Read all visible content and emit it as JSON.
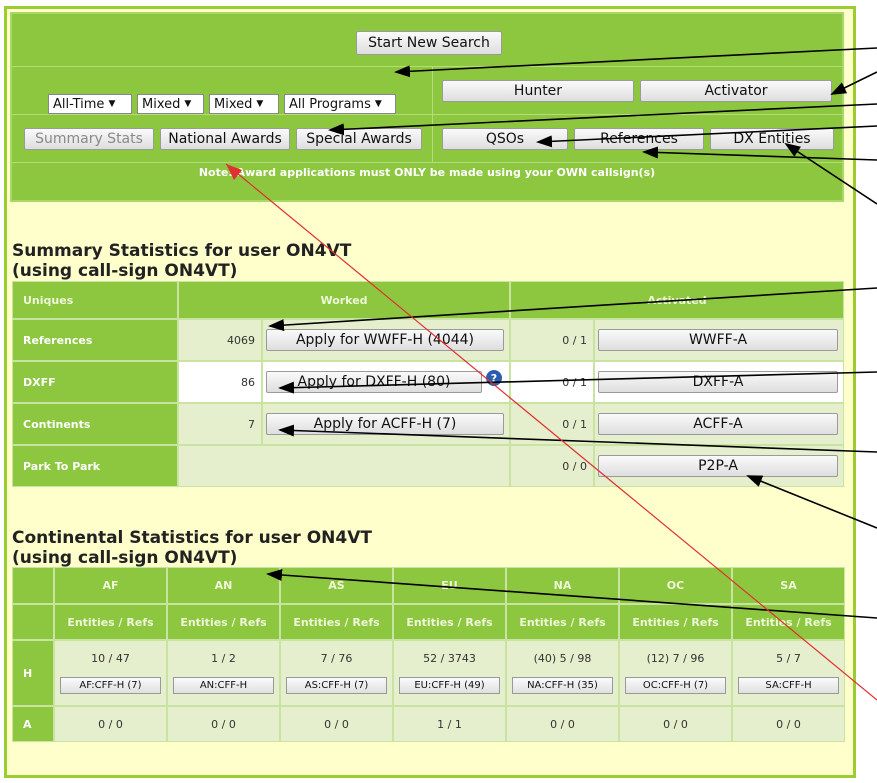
{
  "top": {
    "start_new_search": "Start New Search",
    "filters": [
      "All-Time",
      "Mixed",
      "Mixed",
      "All Programs"
    ],
    "hunter": "Hunter",
    "activator": "Activator",
    "summary_stats": "Summary Stats",
    "national_awards": "National Awards",
    "special_awards": "Special Awards",
    "qsos": "QSOs",
    "references": "References",
    "dx_entities": "DX Entities",
    "note": "Note: Award applications must ONLY be made using your OWN callsign(s)"
  },
  "summary": {
    "title_line1": "Summary Statistics for user ON4VT",
    "title_line2": "(using call-sign ON4VT)",
    "headers": {
      "col1": "Uniques",
      "col2": "Worked",
      "col3": "Activated"
    },
    "rows": [
      {
        "label": "References",
        "worked": "4069",
        "apply": "Apply for WWFF-H (4044)",
        "activated": "0 / 1",
        "act_button": "WWFF-A"
      },
      {
        "label": "DXFF",
        "worked": "86",
        "apply": "Apply for DXFF-H (80)",
        "activated": "0 / 1",
        "act_button": "DXFF-A"
      },
      {
        "label": "Continents",
        "worked": "7",
        "apply": "Apply for ACFF-H (7)",
        "activated": "0 / 1",
        "act_button": "ACFF-A"
      },
      {
        "label": "Park To Park",
        "worked": "",
        "apply": "",
        "activated": "0 / 0",
        "act_button": "P2P-A"
      }
    ],
    "help_icon": "?"
  },
  "continental": {
    "title_line1": "Continental Statistics for user ON4VT",
    "title_line2": "(using call-sign ON4VT)",
    "continents": [
      "AF",
      "AN",
      "AS",
      "EU",
      "NA",
      "OC",
      "SA"
    ],
    "sub_header": "Entities / Refs",
    "h_label": "H",
    "a_label": "A",
    "h_values": [
      "10 / 47",
      "1 / 2",
      "7 / 76",
      "52 / 3743",
      "(40) 5 / 98",
      "(12) 7 / 96",
      "5 / 7"
    ],
    "h_buttons": [
      "AF:CFF-H (7)",
      "AN:CFF-H",
      "AS:CFF-H (7)",
      "EU:CFF-H (49)",
      "NA:CFF-H (35)",
      "OC:CFF-H (7)",
      "SA:CFF-H"
    ],
    "a_values": [
      "0 / 0",
      "0 / 0",
      "0 / 0",
      "1 / 1",
      "0 / 0",
      "0 / 0",
      "0 / 0"
    ]
  },
  "colors": {
    "panel": "#8dc63f",
    "background": "#ffffcc",
    "arrow": "#000000",
    "red_line": "#e03030"
  }
}
